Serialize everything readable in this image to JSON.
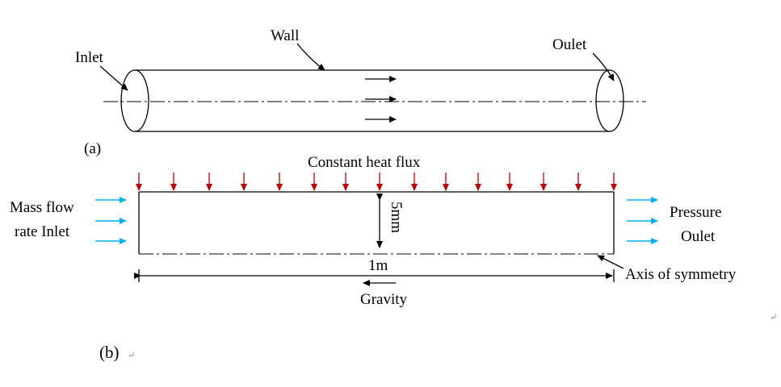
{
  "part_a": {
    "label": "(a)",
    "inlet": "Inlet",
    "wall": "Wall",
    "outlet": "Oulet"
  },
  "part_b": {
    "label": "(b)",
    "heat_flux": "Constant heat flux",
    "mass_flow_line1": "Mass flow",
    "mass_flow_line2": "rate Inlet",
    "pressure_line1": "Pressure",
    "pressure_line2": "Oulet",
    "height": "5mm",
    "length": "1m",
    "gravity": "Gravity",
    "axis": "Axis of symmetry"
  },
  "marks": {
    "return_1": "↵",
    "return_2": "↵"
  },
  "colors": {
    "heat_arrow": "#c00000",
    "flow_arrow": "#00b0f0",
    "line": "#000000"
  }
}
